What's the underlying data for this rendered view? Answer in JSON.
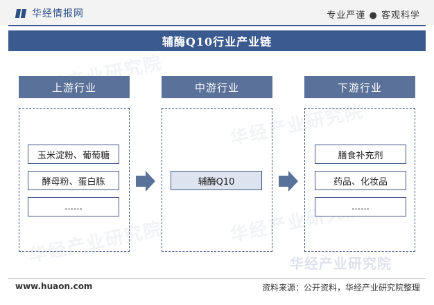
{
  "header": {
    "logo_text": "华经情报网",
    "slogan": "专业严谨 ● 客观科学"
  },
  "title": "辅酶Q10行业产业链",
  "columns": [
    {
      "heading": "上游行业",
      "items": [
        "玉米淀粉、葡萄糖",
        "酵母粉、蛋白胨",
        "……"
      ]
    },
    {
      "heading": "中游行业",
      "items": [
        "辅酶Q10"
      ]
    },
    {
      "heading": "下游行业",
      "items": [
        "膳食补充剂",
        "药品、化妆品",
        "……"
      ]
    }
  ],
  "watermark": "华经产业研究院",
  "footer": {
    "website": "www.huaon.com",
    "source": "资料来源：公开资料，华经产业研究院整理"
  },
  "colors": {
    "primary": "#3b5a8f",
    "heading_bg": "#5a7199",
    "arrow": "#5a7199"
  },
  "icons": [
    "logo-icon",
    "arrow-right-icon"
  ]
}
